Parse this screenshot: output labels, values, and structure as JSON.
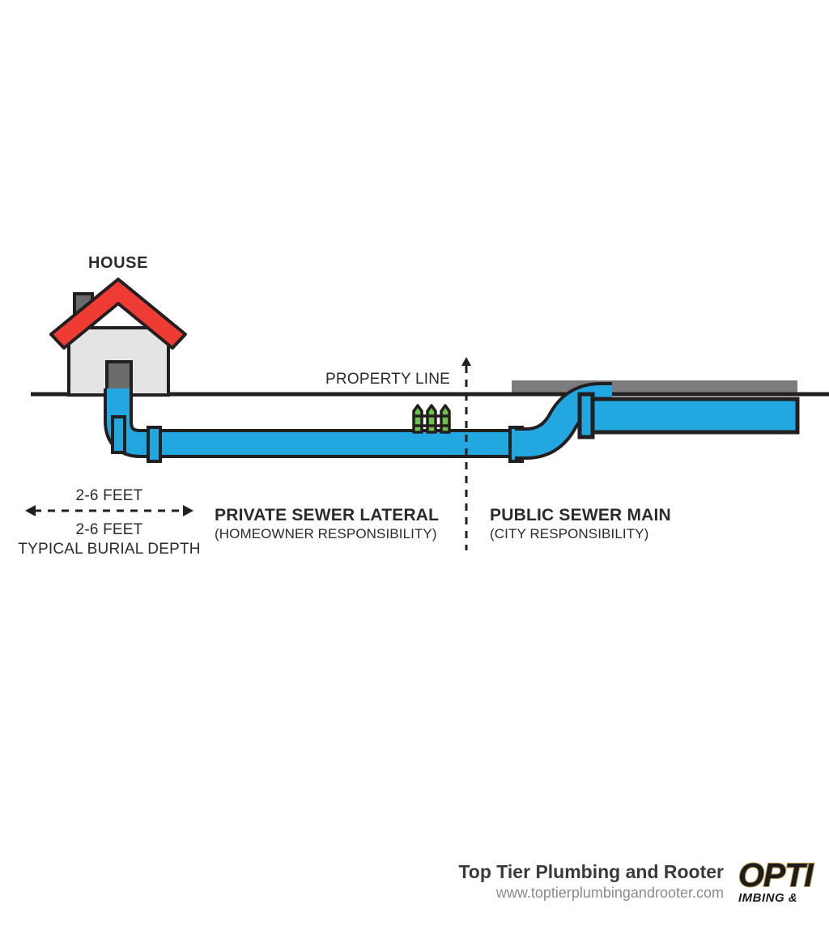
{
  "diagram": {
    "house_label": "HOUSE",
    "property_line_label": "PROPERTY LINE",
    "depth_label_top": "2-6 FEET",
    "depth_label_bottom": "2-6 FEET",
    "depth_caption": "TYPICAL BURIAL DEPTH",
    "zones": [
      {
        "title": "PRIVATE SEWER LATERAL",
        "subtitle": "(HOMEOWNER RESPONSIBILITY)"
      },
      {
        "title": "PUBLIC SEWER MAIN",
        "subtitle": "(CITY RESPONSIBILITY)"
      }
    ],
    "colors": {
      "pipe": "#22A7E0",
      "outline": "#231f20",
      "roof": "#EE3B33",
      "wall": "#E4E4E4",
      "door": "#6B6B6B",
      "chimney": "#6B6B6B",
      "road": "#7C7C7C",
      "fence": "#6CC24A",
      "text": "#2b2b2b"
    }
  },
  "footer": {
    "brand_name": "Top Tier Plumbing and Rooter",
    "brand_url": "www.toptierplumbingandrooter.com",
    "logo_word": "OPTI",
    "logo_sub": "IMBING &"
  }
}
